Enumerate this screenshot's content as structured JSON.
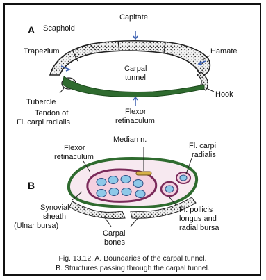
{
  "panel_a": {
    "letter": "A",
    "labels": {
      "scaphoid": "Scaphoid",
      "capitate": "Capitate",
      "trapezium": "Trapezium",
      "hamate": "Hamate",
      "carpal_tunnel_1": "Carpal",
      "carpal_tunnel_2": "tunnel",
      "tubercle": "Tubercle",
      "hook": "Hook",
      "tendon_1": "Tendon of",
      "tendon_2": "Fl. carpi radialis",
      "flexor_ret_1": "Flexor",
      "flexor_ret_2": "retinaculum"
    }
  },
  "panel_b": {
    "letter": "B",
    "labels": {
      "flexor_ret_1": "Flexor",
      "flexor_ret_2": "retinaculum",
      "median": "Median n.",
      "fcr_1": "Fl. carpi",
      "fcr_2": "radialis",
      "synovial_1": "Synovial",
      "synovial_2": "sheath",
      "synovial_3": "(Ulnar bursa)",
      "carpal_bones_1": "Carpal",
      "carpal_bones_2": "bones",
      "fpl_1": "Fl. pollicis",
      "fpl_2": "longus and",
      "fpl_3": "radial bursa"
    }
  },
  "caption": {
    "line1": "Fig. 13.12. A. Boundaries of the carpal tunnel.",
    "line2": "B. Structures passing through the carpal tunnel."
  },
  "colors": {
    "bone_outline": "#222222",
    "bone_stipple": "#333333",
    "retinaculum": "#2f6b2f",
    "sheath": "#7a2a5a",
    "tendon_fill": "#8ec8e8",
    "nerve": "#d8b24a"
  }
}
